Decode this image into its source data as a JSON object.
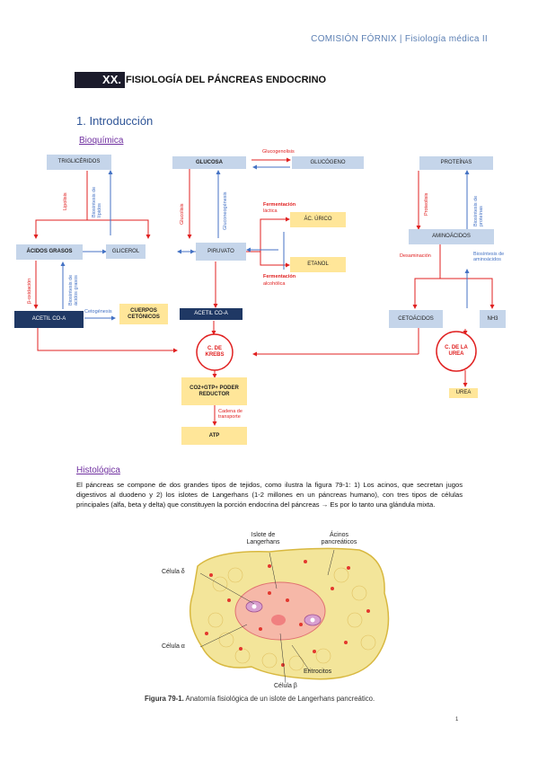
{
  "header": "COMISIÓN FÓRNIX | Fisiología médica II",
  "chapter": {
    "num": "XX.",
    "title": "FISIOLOGÍA DEL PÁNCREAS ENDOCRINO"
  },
  "section": "1. Introducción",
  "subsections": {
    "bio": "Bioquímica",
    "hist": "Histológica"
  },
  "diagram": {
    "trig": "TRIGLICÉRIDOS",
    "glucosa": "GLUCOSA",
    "glucogeno": "GLUCÓGENO",
    "proteinas": "PROTEÍNAS",
    "acidos": "ÁCIDOS GRASOS",
    "glicerol": "GLICEROL",
    "piruvato": "PIRUVATO",
    "aminoacidos": "AMINOÁCIDOS",
    "acu": "ÁC. ÚRICO",
    "etanol": "ETANOL",
    "acetil1": "ACETIL CO-A",
    "cuerpos": "CUERPOS CETÓNICOS",
    "acetil2": "ACETIL CO-A",
    "cetoacidos": "CETOÁCIDOS",
    "nh3": "NH3",
    "krebs": "C. DE KREBS",
    "urea_cycle": "C. DE LA UREA",
    "co2": "CO2+GTP+ PODER REDUCTOR",
    "atp": "ATP",
    "urea": "UREA",
    "l_glucogenolisis": "Glucogenolisis",
    "l_lipolisis": "Lipolisis",
    "l_biosint_lipidos": "Biosíntesis de lípidos",
    "l_glucolisis": "Glucolisis",
    "l_gluconeo": "Gluconeogénesis",
    "l_ferm_lactica": "Fermentación",
    "l_ferm_lactica2": "láctica",
    "l_ferm_alc": "Fermentación",
    "l_ferm_alc2": "alcohólica",
    "l_proteolisis": "Proteolisis",
    "l_biosint_prot": "Biosíntesis de proteínas",
    "l_desaminacion": "Desaminación",
    "l_biosint_aa": "Biosíntesis de aminoácidos",
    "l_boxid": "β-oxidación",
    "l_biosint_ag": "Biosíntesis de ácidos grasos",
    "l_cetogenesis": "Cetogénesis",
    "l_cadena": "Cadena de transporte"
  },
  "paragraph": "El páncreas se compone de dos grandes tipos de tejidos, como ilustra la figura 79-1: 1) Los acinos, que secretan jugos digestivos al duodeno y 2) los islotes de Langerhans (1-2 millones en un páncreas humano), con tres tipos de células principales (alfa, beta y delta) que constituyen la porción endocrina del páncreas → Es por lo tanto una glándula mixta.",
  "histology": {
    "islote": "Islote de Langerhans",
    "acinos": "Ácinos pancreáticos",
    "delta": "Célula δ",
    "alfa": "Célula α",
    "beta": "Célula β",
    "eritrocitos": "Eritrocitos",
    "caption_bold": "Figura 79-1.",
    "caption": "Anatomía fisiológica de un islote de Langerhans pancreático."
  },
  "page_number": "1"
}
